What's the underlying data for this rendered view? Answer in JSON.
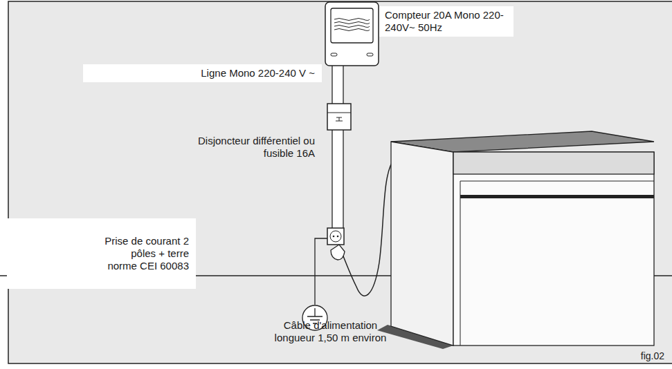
{
  "diagram": {
    "nodes": [
      {
        "text": [
          "Compteur 20A Mono 220-240V~ 50Hz"
        ]
      },
      {
        "text": [
          "Ligne Mono 220-240 V ~"
        ]
      },
      {
        "text": [
          "Prise de courant 2 pôles + terre norme CEI 60083"
        ]
      }
    ],
    "labels": [
      "Disjoncteur différentiel ou fusible 16A",
      "Câble d'alimentation longueur 1,50 m environ",
      "fig.02"
    ]
  }
}
